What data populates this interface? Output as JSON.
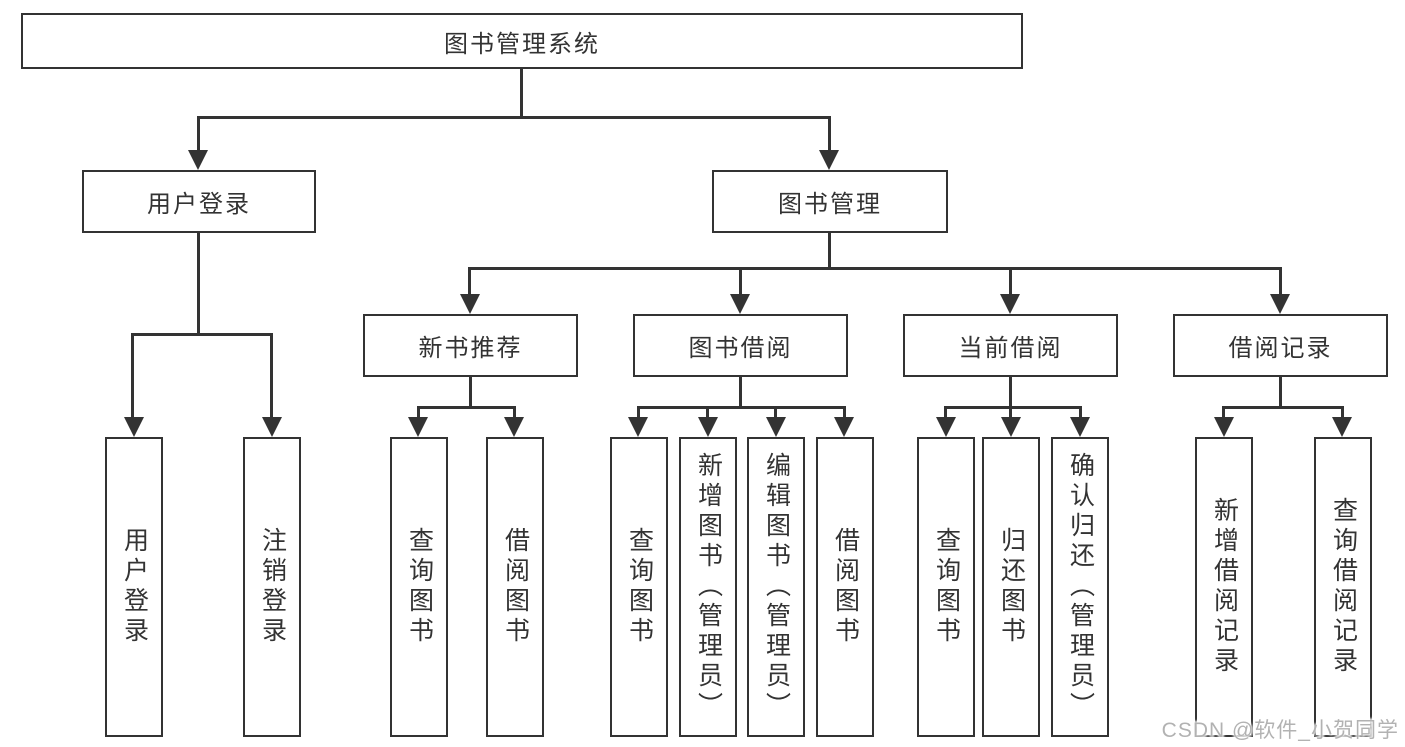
{
  "tree": {
    "root": "图书管理系统",
    "user_login": {
      "label": "用户登录",
      "children": [
        "用户登录",
        "注销登录"
      ]
    },
    "book_mgmt": {
      "label": "图书管理",
      "groups": [
        {
          "label": "新书推荐",
          "children": [
            "查询图书",
            "借阅图书"
          ]
        },
        {
          "label": "图书借阅",
          "children": [
            "查询图书",
            "新增图书（管理员）",
            "编辑图书（管理员）",
            "借阅图书"
          ]
        },
        {
          "label": "当前借阅",
          "children": [
            "查询图书",
            "归还图书",
            "确认归还（管理员）"
          ]
        },
        {
          "label": "借阅记录",
          "children": [
            "新增借阅记录",
            "查询借阅记录"
          ]
        }
      ]
    }
  },
  "watermark": "CSDN @软件_小贺同学",
  "colors": {
    "line": "#333333",
    "text": "#333333",
    "box_background": "#ffffff",
    "page_background": "#ffffff",
    "watermark": "#b2b2b2"
  }
}
